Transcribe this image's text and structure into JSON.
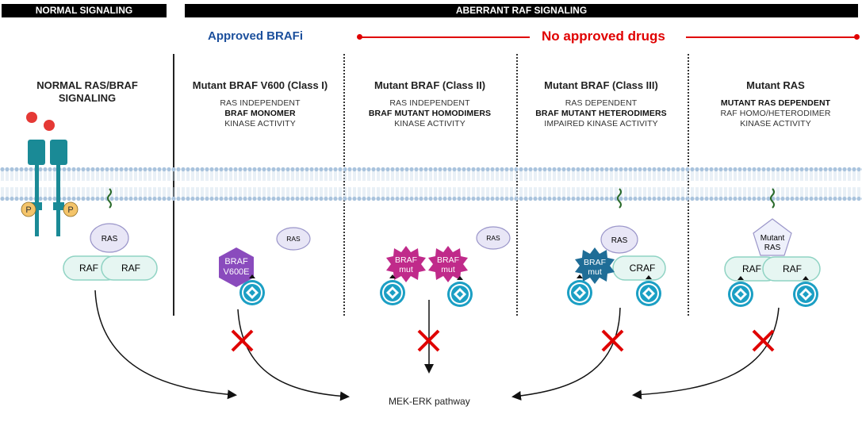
{
  "headers": {
    "normal": "NORMAL SIGNALING",
    "aberrant": "ABERRANT RAF SIGNALING"
  },
  "approved_label": "Approved BRAFi",
  "no_approved_label": "No approved drugs",
  "columns": [
    {
      "title_line1": "NORMAL RAS/BRAF",
      "title_line2": "SIGNALING"
    },
    {
      "title": "Mutant BRAF V600 (Class I)",
      "lines": [
        "RAS INDEPENDENT",
        "BRAF MONOMER",
        "KINASE ACTIVITY"
      ]
    },
    {
      "title": "Mutant BRAF (Class II)",
      "lines": [
        "RAS INDEPENDENT",
        "BRAF MUTANT HOMODIMERS",
        "KINASE ACTIVITY"
      ]
    },
    {
      "title": "Mutant BRAF (Class III)",
      "lines": [
        "RAS DEPENDENT",
        "BRAF MUTANT HETERODIMERS",
        "IMPAIRED KINASE ACTIVITY"
      ]
    },
    {
      "title": "Mutant RAS",
      "lines": [
        "MUTANT RAS DEPENDENT",
        "RAF HOMO/HETERODIMER",
        "KINASE ACTIVITY"
      ]
    }
  ],
  "labels": {
    "ras": "RAS",
    "raf": "RAF",
    "p": "P",
    "braf_v600e_1": "BRAF",
    "braf_v600e_2": "V600E",
    "braf_mut_1": "BRAF",
    "braf_mut_2": "mut",
    "craf": "CRAF",
    "mutant_ras_1": "Mutant",
    "mutant_ras_2": "RAS"
  },
  "mek_erk": "MEK-ERK pathway",
  "colors": {
    "header_bg": "#000000",
    "approved": "#1b4f9c",
    "no_approved": "#e00000",
    "receptor": "#1a8a96",
    "ligand": "#e53935",
    "phospho": "#f4c46a",
    "raf_fill": "#e6f6f2",
    "raf_stroke": "#8fd3c3",
    "ras_fill": "#e8e6f6",
    "ras_stroke": "#9a95c9",
    "braf_v600e": "#8a4bbd",
    "braf_mut": "#c02a8a",
    "braf_class3": "#1f6d97",
    "inhibitor": "#1b9fc4",
    "cross": "#e00000"
  }
}
